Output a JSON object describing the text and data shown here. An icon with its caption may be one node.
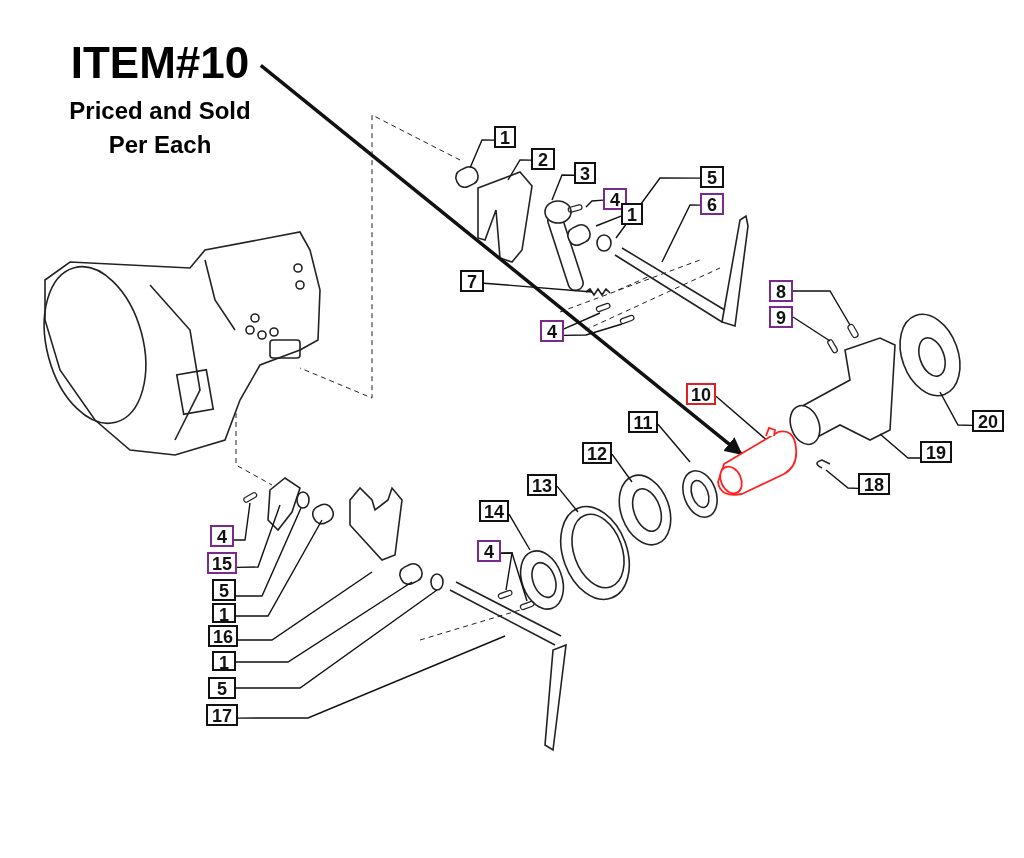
{
  "diagram": {
    "nodes": [
      {
        "text": [
          "ITEM#10"
        ],
        "beside": [
          "Priced and Sold Per Each"
        ]
      },
      {
        "text": [
          "1"
        ]
      },
      {
        "text": [
          "2"
        ]
      },
      {
        "text": [
          "3"
        ]
      },
      {
        "text": [
          "4"
        ]
      },
      {
        "text": [
          "5"
        ]
      },
      {
        "text": [
          "1"
        ]
      },
      {
        "text": [
          "6"
        ]
      },
      {
        "text": [
          "7"
        ]
      },
      {
        "text": [
          "4"
        ]
      },
      {
        "text": [
          "8"
        ]
      },
      {
        "text": [
          "9"
        ]
      },
      {
        "text": [
          "10"
        ]
      },
      {
        "text": [],
        "shape": "picture"
      },
      {
        "text": [
          "11"
        ]
      },
      {
        "text": [
          "20"
        ]
      },
      {
        "text": [
          "12"
        ]
      },
      {
        "text": [
          "19"
        ]
      },
      {
        "text": [
          "13"
        ]
      },
      {
        "text": [
          "18"
        ]
      },
      {
        "text": [
          "14"
        ]
      },
      {
        "text": [
          "4"
        ]
      },
      {
        "text": [
          "4"
        ]
      },
      {
        "text": [
          "15"
        ]
      },
      {
        "text": [
          "5"
        ]
      },
      {
        "text": [
          "1"
        ]
      },
      {
        "text": [
          "16"
        ]
      },
      {
        "text": [
          "1"
        ]
      },
      {
        "text": [
          "5"
        ]
      },
      {
        "text": [
          "17"
        ]
      }
    ],
    "edges": [
      {
        "from": 0,
        "to": 13,
        "arrow": "to",
        "style": "thick"
      },
      {
        "from": 1,
        "to": null,
        "arrow": "none"
      },
      {
        "from": 2,
        "to": null,
        "arrow": "none"
      },
      {
        "from": 3,
        "to": null,
        "arrow": "none"
      },
      {
        "from": 4,
        "to": null,
        "arrow": "none"
      },
      {
        "from": 5,
        "to": null,
        "arrow": "none"
      },
      {
        "from": 6,
        "to": null,
        "arrow": "none"
      },
      {
        "from": 7,
        "to": null,
        "arrow": "none"
      },
      {
        "from": 8,
        "to": null,
        "arrow": "none"
      },
      {
        "from": 9,
        "to": null,
        "arrow": "none"
      },
      {
        "from": 9,
        "to": null,
        "arrow": "none"
      },
      {
        "from": 10,
        "to": null,
        "arrow": "none"
      },
      {
        "from": 11,
        "to": null,
        "arrow": "none"
      },
      {
        "from": 12,
        "to": 13,
        "arrow": "none"
      },
      {
        "from": 14,
        "to": null,
        "arrow": "none"
      },
      {
        "from": 15,
        "to": null,
        "arrow": "none"
      },
      {
        "from": 16,
        "to": null,
        "arrow": "none"
      },
      {
        "from": 17,
        "to": null,
        "arrow": "none"
      },
      {
        "from": 18,
        "to": null,
        "arrow": "none"
      },
      {
        "from": 19,
        "to": null,
        "arrow": "none"
      },
      {
        "from": 20,
        "to": null,
        "arrow": "none"
      },
      {
        "from": 21,
        "to": null,
        "arrow": "none"
      },
      {
        "from": 21,
        "to": null,
        "arrow": "none"
      },
      {
        "from": 22,
        "to": null,
        "arrow": "none"
      },
      {
        "from": 23,
        "to": null,
        "arrow": "none"
      },
      {
        "from": 24,
        "to": null,
        "arrow": "none"
      },
      {
        "from": 25,
        "to": null,
        "arrow": "none"
      },
      {
        "from": 26,
        "to": null,
        "arrow": "none"
      },
      {
        "from": 27,
        "to": null,
        "arrow": "none"
      },
      {
        "from": 28,
        "to": null,
        "arrow": "none"
      },
      {
        "from": 29,
        "to": null,
        "arrow": "none"
      }
    ]
  }
}
